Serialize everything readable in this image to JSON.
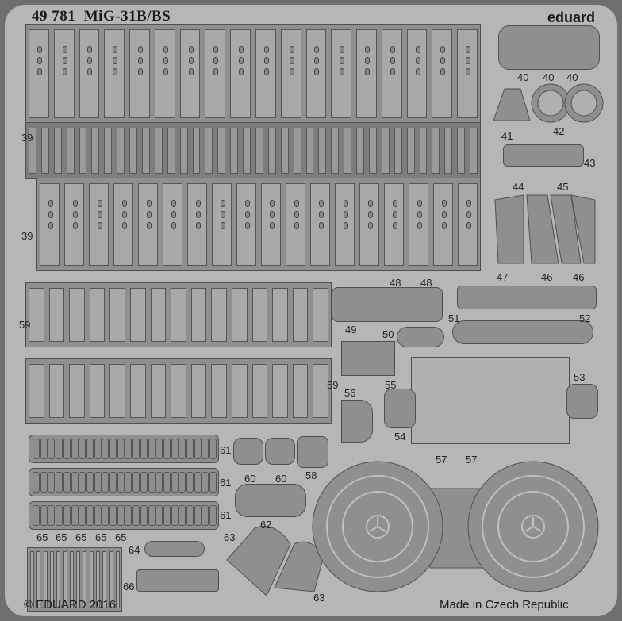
{
  "header": {
    "set_number": "49 781",
    "model": "MiG-31B/BS",
    "brand": "eduard"
  },
  "footer": {
    "copyright": "© EDUARD 2016",
    "origin": "Made in Czech Republic"
  },
  "part_labels": [
    "39",
    "39",
    "40",
    "40",
    "40",
    "41",
    "42",
    "43",
    "44",
    "45",
    "47",
    "46",
    "46",
    "48",
    "48",
    "49",
    "50",
    "51",
    "52",
    "53",
    "55",
    "56",
    "54",
    "59",
    "59",
    "61",
    "61",
    "61",
    "60",
    "60",
    "58",
    "57",
    "57",
    "62",
    "63",
    "63",
    "64",
    "65",
    "65",
    "65",
    "65",
    "65",
    "66"
  ],
  "colors": {
    "frame": "#6f6f6f",
    "sheet": "#b6b6b6",
    "part": "#8f8f8f",
    "outline": "#505050"
  }
}
